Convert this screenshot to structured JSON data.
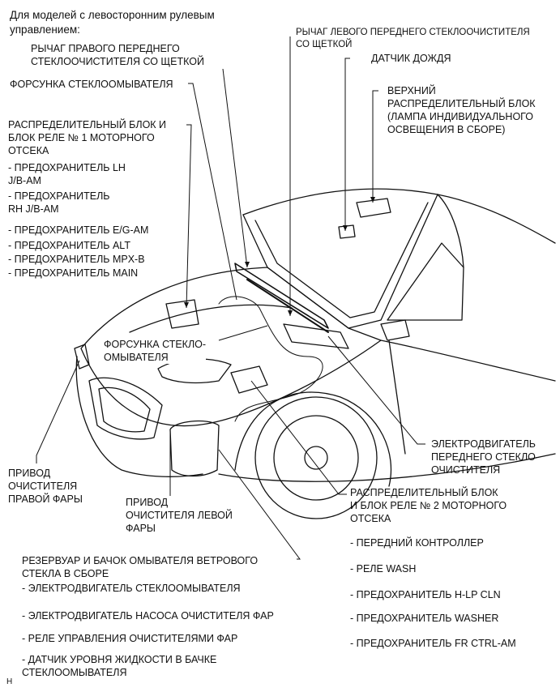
{
  "header": "Для моделей с левосторонним рулевым\nуправлением:",
  "labels": {
    "right_wiper_arm": "РЫЧАГ ПРАВОГО ПЕРЕДНЕГО\nСТЕКЛООЧИСТИТЕЛЯ СО ЩЕТКОЙ",
    "left_wiper_arm": "РЫЧАГ ЛЕВОГО ПЕРЕДНЕГО СТЕКЛООЧИСТИТЕЛЯ\nСО ЩЕТКОЙ",
    "washer_nozzle_top": "ФОРСУНКА СТЕКЛООМЫВАТЕЛЯ",
    "rain_sensor": "ДАТЧИК ДОЖДЯ",
    "upper_block": "ВЕРХНИЙ\nРАСПРЕДЕЛИТЕЛЬНЫЙ БЛОК\n(ЛАМПА ИНДИВИДУАЛЬНОГО\nОСВЕЩЕНИЯ В СБОРЕ)",
    "relay_block_1": "РАСПРЕДЕЛИТЕЛЬНЫЙ БЛОК И\nБЛОК РЕЛЕ № 1 МОТОРНОГО\nОТСЕКА",
    "relay_block_1_items": [
      "- ПРЕДОХРАНИТЕЛЬ LH\nJ/B-AM",
      "- ПРЕДОХРАНИТЕЛЬ\nRH J/B-AM",
      "- ПРЕДОХРАНИТЕЛЬ E/G-AM",
      "- ПРЕДОХРАНИТЕЛЬ ALT",
      "- ПРЕДОХРАНИТЕЛЬ MPX-B",
      "- ПРЕДОХРАНИТЕЛЬ MAIN"
    ],
    "washer_nozzle_mid": "ФОРСУНКА СТЕКЛО-\nОМЫВАТЕЛЯ",
    "wiper_motor": "ЭЛЕКТРОДВИГАТЕЛЬ\nПЕРЕДНЕГО СТЕКЛО-\nОЧИСТИТЕЛЯ",
    "right_headlamp_cleaner": "ПРИВОД\nОЧИСТИТЕЛЯ\nПРАВОЙ ФАРЫ",
    "left_headlamp_cleaner": "ПРИВОД\nОЧИСТИТЕЛЯ ЛЕВОЙ\nФАРЫ",
    "relay_block_2": "РАСПРЕДЕЛИТЕЛЬНЫЙ БЛОК\nИ БЛОК РЕЛЕ № 2 МОТОРНОГО\nОТСЕКА",
    "relay_block_2_items": [
      "- ПЕРЕДНИЙ КОНТРОЛЛЕР",
      "- РЕЛЕ WASH",
      "- ПРЕДОХРАНИТЕЛЬ H-LP CLN",
      "- ПРЕДОХРАНИТЕЛЬ WASHER",
      "- ПРЕДОХРАНИТЕЛЬ FR CTRL-AM"
    ],
    "reservoir": "РЕЗЕРВУАР И БАЧОК ОМЫВАТЕЛЯ ВЕТРОВОГО\nСТЕКЛА В СБОРЕ",
    "reservoir_items": [
      "- ЭЛЕКТРОДВИГАТЕЛЬ СТЕКЛООМЫВАТЕЛЯ",
      "- ЭЛЕКТРОДВИГАТЕЛЬ НАСОСА ОЧИСТИТЕЛЯ ФАР",
      "- РЕЛЕ УПРАВЛЕНИЯ ОЧИСТИТЕЛЯМИ ФАР",
      "- ДАТЧИК УРОВНЯ ЖИДКОСТИ В БАЧКЕ\nСТЕКЛООМЫВАТЕЛЯ"
    ],
    "corner_mark": "H"
  }
}
